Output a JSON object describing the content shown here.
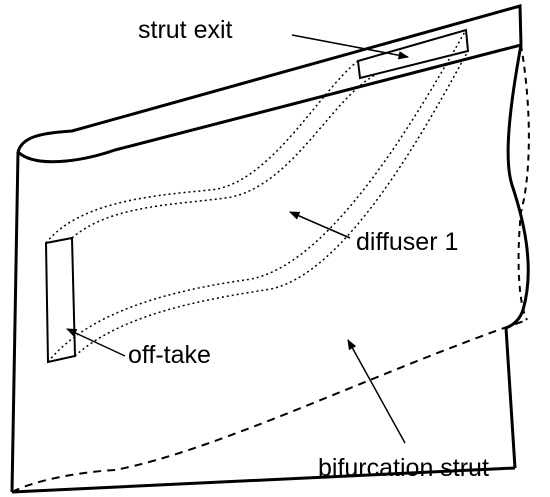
{
  "labels": {
    "strut_exit": "strut exit",
    "diffuser": "diffuser 1",
    "off_take": "off-take",
    "bifurcation_strut": "bifurcation strut"
  },
  "colors": {
    "stroke": "#000000",
    "background": "#ffffff",
    "text": "#000000"
  }
}
